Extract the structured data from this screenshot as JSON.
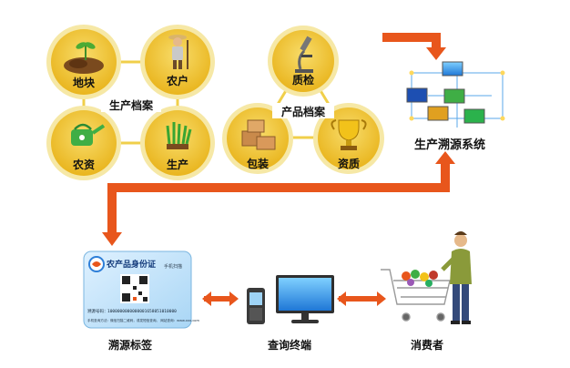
{
  "group_production_record": {
    "title": "生产档案",
    "nodes": {
      "plot": "地块",
      "farmer": "农户",
      "inputs": "农资",
      "production": "生产"
    }
  },
  "group_product_record": {
    "title": "产品档案",
    "nodes": {
      "inspection": "质检",
      "packaging": "包装",
      "qualification": "资质"
    }
  },
  "system": {
    "label": "生产溯源系统"
  },
  "bottom": {
    "trace_label": {
      "label": "溯源标签"
    },
    "query_terminal": {
      "label": "查询终端"
    },
    "consumer": {
      "label": "消费者"
    }
  },
  "card": {
    "title": "农产品身份证",
    "small_tag": "手机扫描",
    "number_prefix": "溯源号码：",
    "number": "1000000000000001658051010000",
    "footer": "手机查询方法：微信扫描二维码，或发短信查询。 网站查询：www.xxx.com"
  },
  "colors": {
    "arrow": "#e8561c",
    "circle_outer": "#f6e8a6",
    "circle_inner": "#efc12e",
    "link": "#f0cf4a",
    "monitor_blue": "#2e7fd8"
  }
}
